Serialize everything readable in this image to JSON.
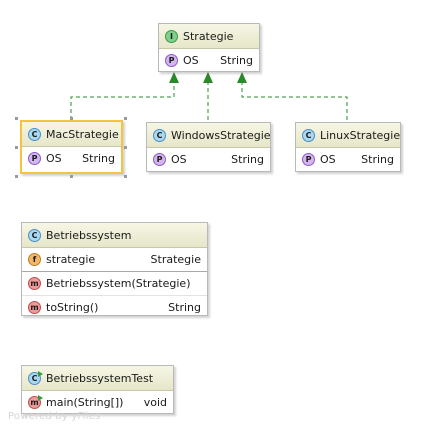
{
  "colors": {
    "header_bg": "#ece9d4",
    "selection": "#f4c441",
    "edge": "#2a8a2a"
  },
  "nodes": {
    "strategie": {
      "kind_icon": "interface-icon",
      "kind_letter": "I",
      "name": "Strategie",
      "rows": [
        {
          "icon": "property-icon",
          "letter": "P",
          "name": "OS",
          "type": "String"
        }
      ]
    },
    "mac": {
      "kind_icon": "class-icon",
      "kind_letter": "C",
      "name": "MacStrategie",
      "selected": true,
      "rows": [
        {
          "icon": "property-icon",
          "letter": "P",
          "name": "OS",
          "type": "String"
        }
      ]
    },
    "windows": {
      "kind_icon": "class-icon",
      "kind_letter": "C",
      "name": "WindowsStrategie",
      "rows": [
        {
          "icon": "property-icon",
          "letter": "P",
          "name": "OS",
          "type": "String"
        }
      ]
    },
    "linux": {
      "kind_icon": "class-icon",
      "kind_letter": "C",
      "name": "LinuxStrategie",
      "rows": [
        {
          "icon": "property-icon",
          "letter": "P",
          "name": "OS",
          "type": "String"
        }
      ]
    },
    "betriebssystem": {
      "kind_icon": "class-icon",
      "kind_letter": "C",
      "name": "Betriebssystem",
      "rows": [
        {
          "icon": "field-icon",
          "letter": "f",
          "name": "strategie",
          "type": "Strategie"
        },
        {
          "icon": "method-icon",
          "letter": "m",
          "name": "Betriebssystem(Strategie)",
          "type": ""
        },
        {
          "icon": "method-icon",
          "letter": "m",
          "name": "toString()",
          "type": "String"
        }
      ]
    },
    "test": {
      "kind_icon": "runnable-class-icon",
      "kind_letter": "C",
      "name": "BetriebssystemTest",
      "rows": [
        {
          "icon": "main-method-icon",
          "letter": "m",
          "name": "main(String[])",
          "type": "void"
        }
      ]
    }
  },
  "watermark": "Powered by yFiles"
}
